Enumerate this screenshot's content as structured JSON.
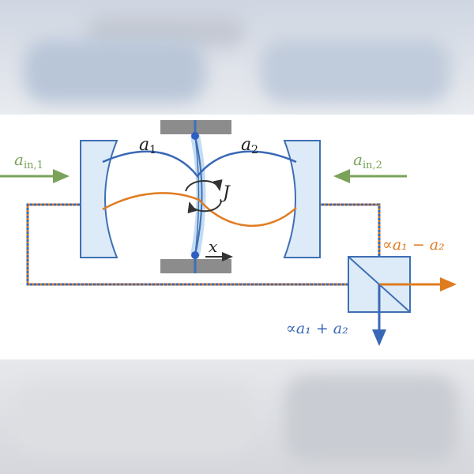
{
  "labels": {
    "input_left_main": "a",
    "input_left_sub": "in,1",
    "input_right_main": "a",
    "input_right_sub": "in,2",
    "mode1_main": "a",
    "mode1_sub": "1",
    "mode2_main": "a",
    "mode2_sub": "2",
    "coupling": "J",
    "displacement": "x",
    "output_right": "∝a₁ − a₂",
    "output_bottom": "∝a₁ + a₂"
  },
  "colors": {
    "mode1_blue": "#3a68b6",
    "mode2_orange": "#e07b1f",
    "input_green": "#7aa35a",
    "mirror_fill": "#dcebf7",
    "mirror_stroke": "#3f6fb5",
    "support_gray": "#8c8c8c"
  }
}
